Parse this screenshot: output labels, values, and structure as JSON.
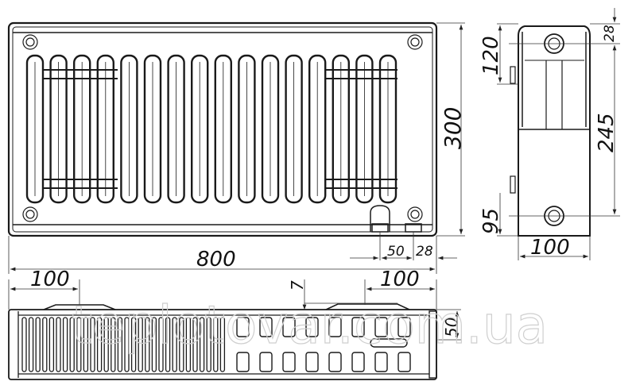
{
  "diagram": {
    "subject": "Steel panel radiator technical drawing",
    "views": [
      "front-view",
      "side-view",
      "top-view"
    ],
    "dimensions": {
      "width": "800",
      "height": "300",
      "depth": "100",
      "top_offset_120": "120",
      "top_connection_28": "28",
      "center_distance": "245",
      "bottom_connection": "95",
      "conn_offset_50": "50",
      "conn_offset_28": "28",
      "bracket_left": "100",
      "bracket_right": "100",
      "top_gap": "7",
      "top_depth": "50"
    },
    "watermark": "teplotovar.com.ua",
    "colors": {
      "line": "#1a1a1a",
      "thin": "#555555",
      "watermark": "#cfcfcf",
      "background": "#ffffff"
    }
  }
}
